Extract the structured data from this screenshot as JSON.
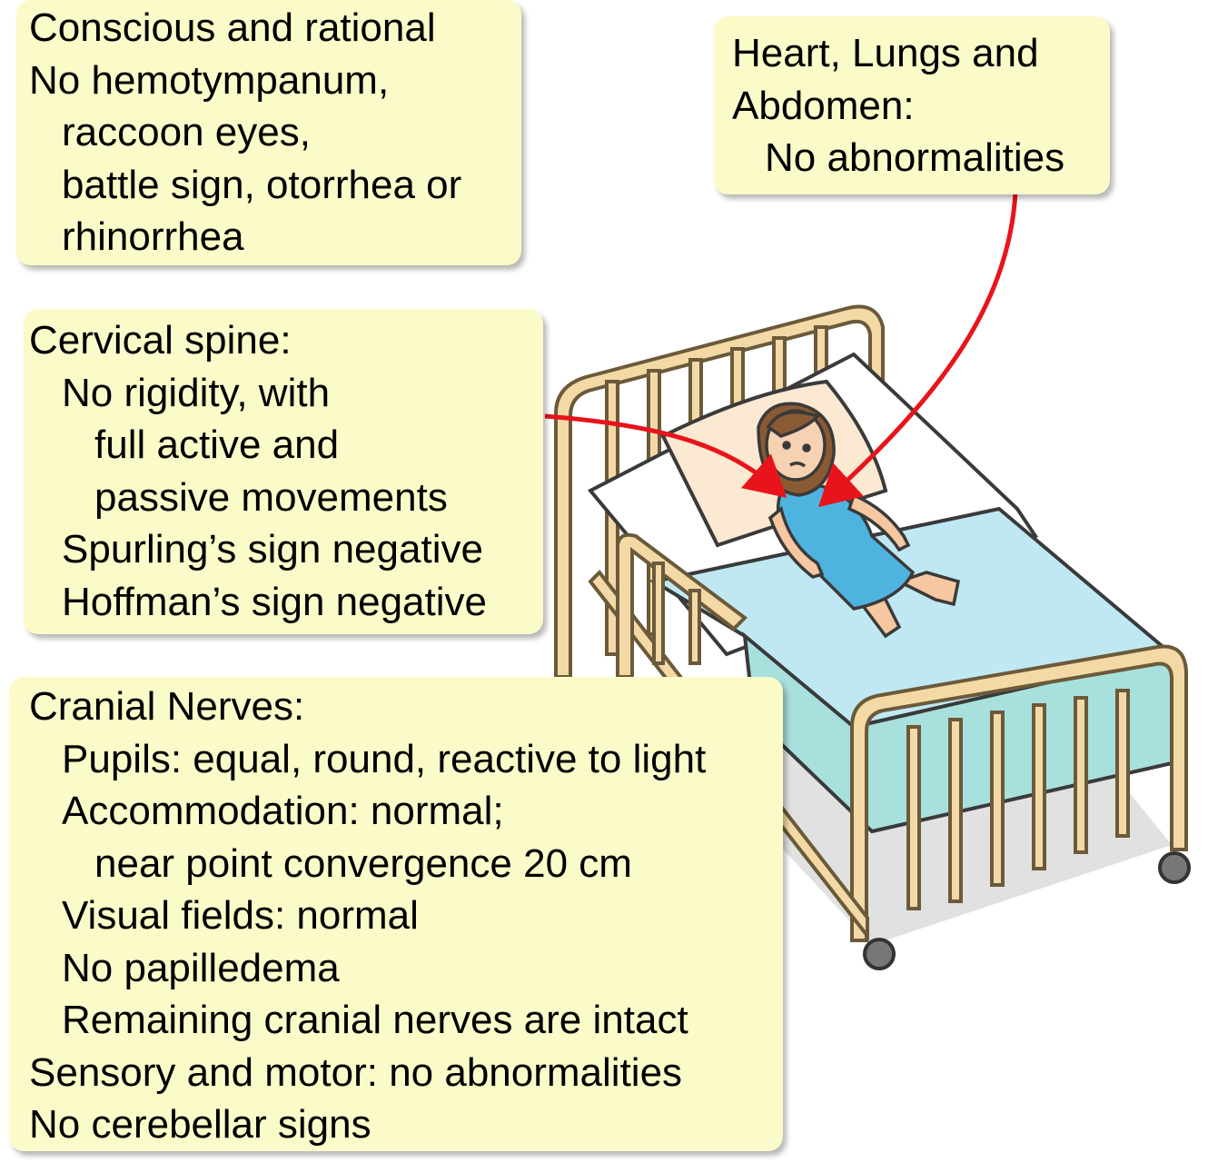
{
  "callouts": {
    "head": {
      "lines": [
        "Conscious and rational",
        "No hemotympanum,",
        "raccoon eyes,",
        "battle sign, otorrhea or",
        "rhinorrhea"
      ]
    },
    "trunk": {
      "lines": [
        "Heart, Lungs and",
        "Abdomen:",
        "No abnormalities"
      ]
    },
    "cervical": {
      "lines": [
        "Cervical spine:",
        "No rigidity, with",
        "full active and",
        "passive movements",
        "Spurling’s sign negative",
        "Hoffman’s sign negative"
      ]
    },
    "cranial": {
      "lines": [
        "Cranial Nerves:",
        "Pupils: equal, round, reactive to light",
        "Accommodation: normal;",
        "near point convergence 20 cm",
        "Visual fields: normal",
        "No papilledema",
        "Remaining cranial nerves are intact",
        "Sensory and motor: no abnormalities",
        "No cerebellar signs"
      ]
    }
  },
  "colors": {
    "note_fill": "#fbfbc9",
    "arrow": "#e8141b",
    "bed_frame": "#f3d9a6",
    "mattress": "#bfe8f3",
    "gown": "#4fb3e0",
    "hair": "#8a5a33"
  },
  "illustration": "patient-in-hospital-bed"
}
